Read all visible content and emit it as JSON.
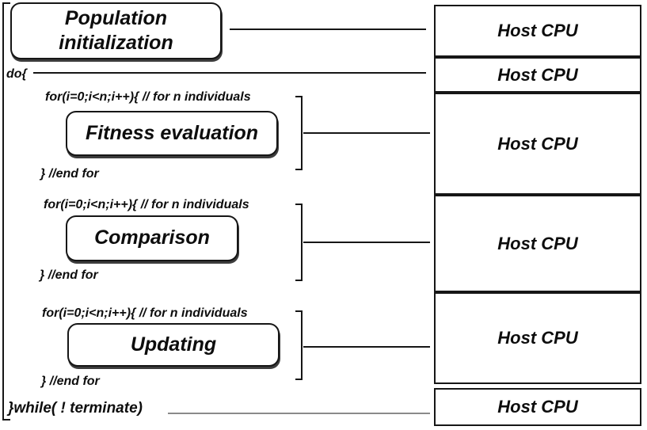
{
  "colors": {
    "ink": "#161616",
    "background": "#ffffff",
    "while_connector_gray": "#8a8a8a"
  },
  "pseudocode": {
    "init_box_label": "Population initialization",
    "do_open": "do{",
    "loops": [
      {
        "for_line": "for(i=0;i<n;i++){ // for n individuals",
        "step_label": "Fitness evaluation",
        "end_line": "} //end for"
      },
      {
        "for_line": "for(i=0;i<n;i++){ // for n individuals",
        "step_label": "Comparison",
        "end_line": "} //end for"
      },
      {
        "for_line": "for(i=0;i<n;i++){ // for n individuals",
        "step_label": "Updating",
        "end_line": "} //end for"
      }
    ],
    "while_close": "}while( ! terminate)"
  },
  "processors": {
    "rows": [
      {
        "label": "Host CPU"
      },
      {
        "label": "Host CPU"
      },
      {
        "label": "Host CPU"
      },
      {
        "label": "Host CPU"
      },
      {
        "label": "Host CPU"
      },
      {
        "label": "Host CPU"
      }
    ]
  }
}
